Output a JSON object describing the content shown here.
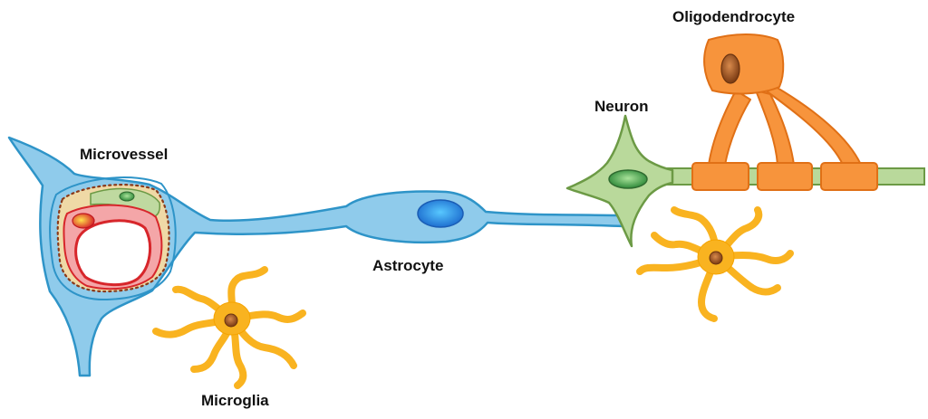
{
  "labels": {
    "microvessel": "Microvessel",
    "astrocyte": "Astrocyte",
    "neuron": "Neuron",
    "oligodendrocyte": "Oligodendrocyte",
    "microglia": "Microglia"
  },
  "colors": {
    "astrocyte_fill": "#8FCBEB",
    "astrocyte_stroke": "#2E94C8",
    "astrocyte_nucleus": "#1E6FD0",
    "neuron_fill": "#B9D99B",
    "neuron_stroke": "#6C9A45",
    "neuron_nucleus": "#2F8A3A",
    "oligodendrocyte_fill": "#F7943C",
    "oligodendrocyte_stroke": "#E07016",
    "oligodendrocyte_nucleus": "#8B4513",
    "microglia_fill": "#F9B320",
    "microglia_stroke": "#F5A300",
    "microglia_nucleus": "#8B4A1B",
    "vessel_red": "#D7262B",
    "vessel_wall": "#F4A6A8",
    "basement_membrane": "#C9A35C"
  }
}
